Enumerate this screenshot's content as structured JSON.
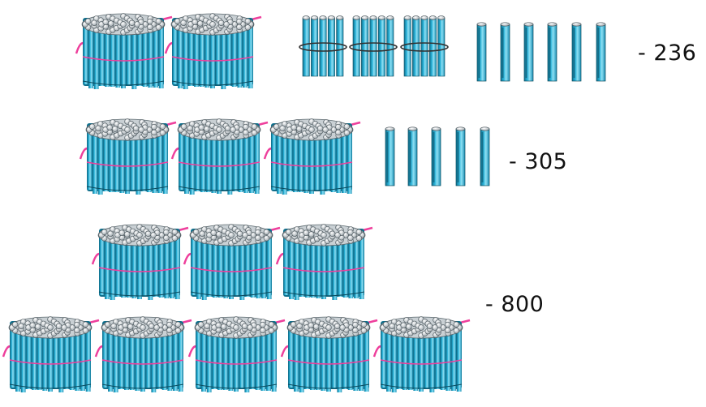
{
  "rows": [
    {
      "label": "- 236",
      "hundreds": 2,
      "tens": 3,
      "ones": 6
    },
    {
      "label": "- 305",
      "hundreds": 3,
      "tens": 0,
      "ones": 5
    },
    {
      "label": "- 800",
      "hundreds": 8,
      "tens": 0,
      "ones": 0
    }
  ],
  "colors": {
    "stick": "#2bb3d9",
    "stick_dark": "#0f6f8c",
    "stick_light": "#8fe0f4",
    "stick_top": "#d8dde0",
    "band_bundle": "#ee3f9c",
    "band_ten": "#333333"
  },
  "icons": {
    "hundred": "hundred-bundle-icon",
    "ten": "ten-bundle-icon",
    "one": "single-stick-icon"
  }
}
